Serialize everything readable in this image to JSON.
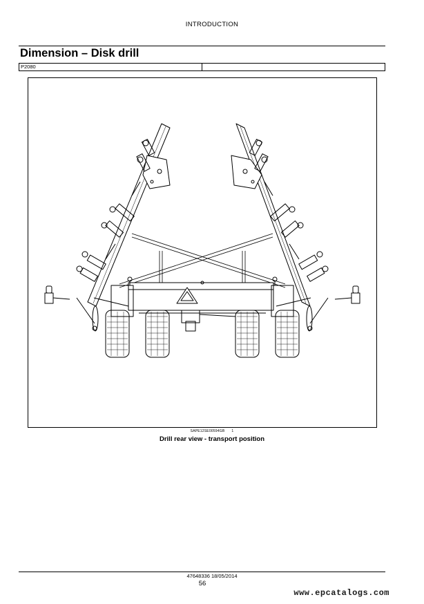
{
  "header": {
    "section": "INTRODUCTION"
  },
  "page_title": "Dimension – Disk drill",
  "model_table": {
    "cells": [
      "P2080",
      ""
    ]
  },
  "figure": {
    "reference_code": "SAPE12SE00594GB",
    "reference_number": "1",
    "caption": "Drill rear view - transport position"
  },
  "footer": {
    "doc_code": "47648336 18/05/2014",
    "page_number": "56"
  },
  "watermark": "www.epcatalogs.com",
  "colors": {
    "ink": "#000000",
    "paper": "#ffffff"
  }
}
